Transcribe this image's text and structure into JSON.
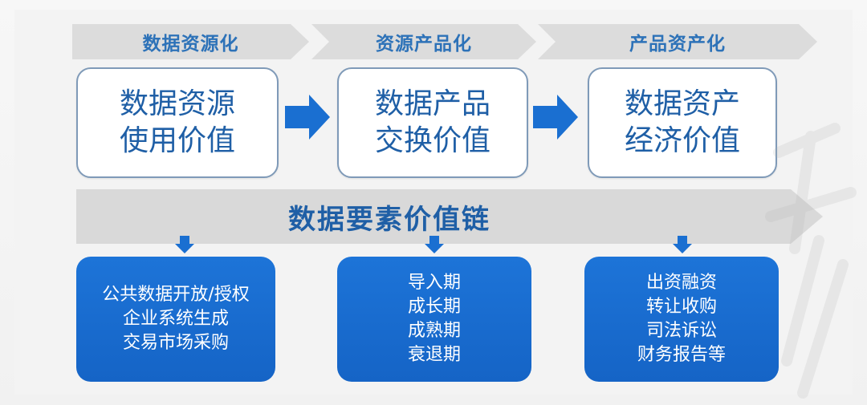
{
  "stages": [
    {
      "label": "数据资源化"
    },
    {
      "label": "资源产品化"
    },
    {
      "label": "产品资产化"
    }
  ],
  "value_boxes": [
    {
      "line1": "数据资源",
      "line2": "使用价值"
    },
    {
      "line1": "数据产品",
      "line2": "交换价值"
    },
    {
      "line1": "数据资产",
      "line2": "经济价值"
    }
  ],
  "chain_title": "数据要素价值链",
  "detail_boxes": [
    {
      "lines": [
        "公共数据开放/授权",
        "企业系统生成",
        "交易市场采购"
      ]
    },
    {
      "lines": [
        "导入期",
        "成长期",
        "成熟期",
        "衰退期"
      ]
    },
    {
      "lines": [
        "出资融资",
        "转让收购",
        "司法诉讼",
        "财务报告等"
      ]
    }
  ],
  "colors": {
    "chevron_fill": "#dcdcdc",
    "chevron_text": "#2d72b8",
    "box_border": "#7f9ab8",
    "box_text": "#1f5fa6",
    "arrow_blue": "#1a6fd1",
    "detail_fill": "#1a6fd1",
    "banner_fill": "#d9d9d9"
  }
}
